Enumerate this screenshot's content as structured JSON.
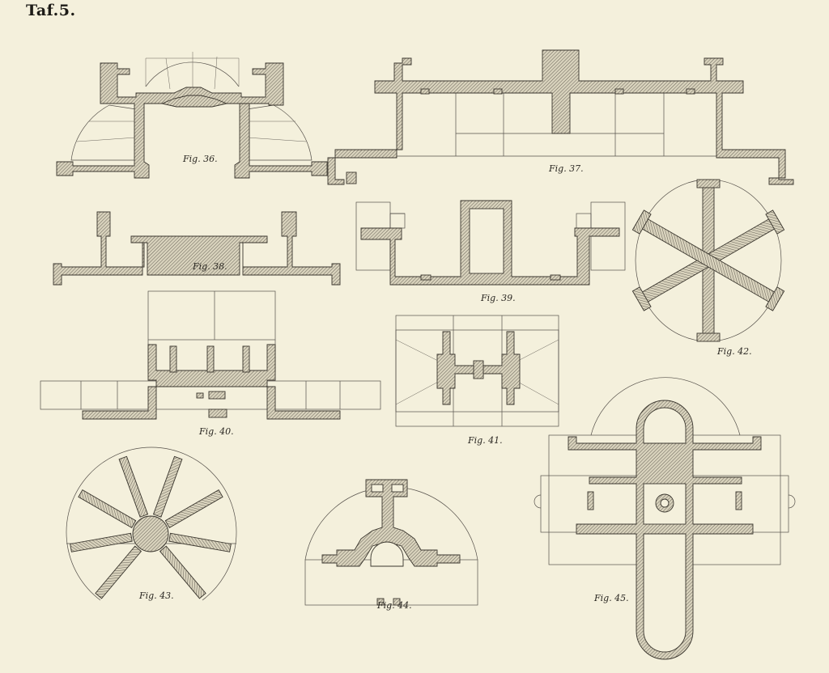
{
  "plate": {
    "title": "Taf.5."
  },
  "figures": [
    {
      "id": "fig36",
      "caption": "Fig. 36."
    },
    {
      "id": "fig37",
      "caption": "Fig. 37."
    },
    {
      "id": "fig38",
      "caption": "Fig. 38."
    },
    {
      "id": "fig39",
      "caption": "Fig. 39."
    },
    {
      "id": "fig40",
      "caption": "Fig. 40."
    },
    {
      "id": "fig41",
      "caption": "Fig. 41."
    },
    {
      "id": "fig42",
      "caption": "Fig. 42."
    },
    {
      "id": "fig43",
      "caption": "Fig. 43."
    },
    {
      "id": "fig44",
      "caption": "Fig. 44."
    },
    {
      "id": "fig45",
      "caption": "Fig. 45."
    }
  ],
  "colors": {
    "paper": "#f4f0dc",
    "ink": "#3a362e"
  }
}
